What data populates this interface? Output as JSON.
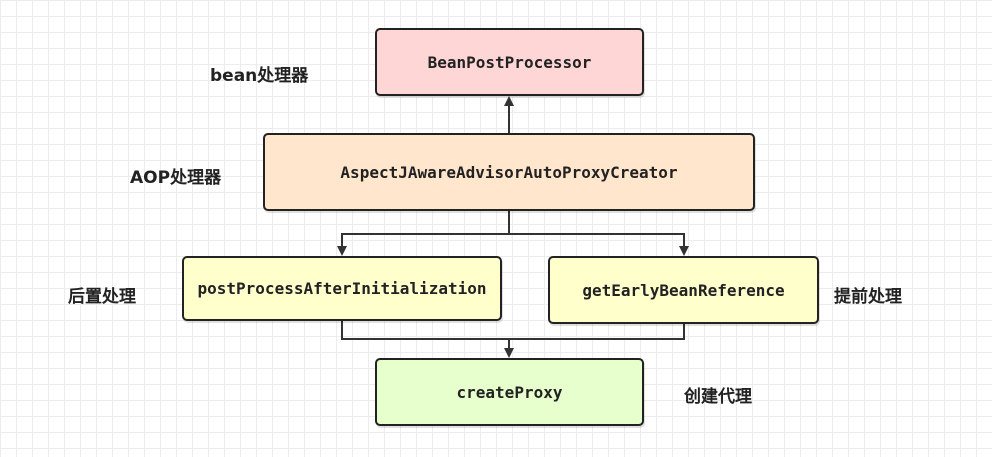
{
  "nodes": {
    "bean_post_processor": "BeanPostProcessor",
    "aspectj_creator": "AspectJAwareAdvisorAutoProxyCreator",
    "post_process_after": "postProcessAfterInitialization",
    "get_early_ref": "getEarlyBeanReference",
    "create_proxy": "createProxy"
  },
  "labels": {
    "bean_processor": "bean处理器",
    "aop_processor": "AOP处理器",
    "post_handling": "后置处理",
    "early_handling": "提前处理",
    "create_proxy": "创建代理"
  },
  "colors": {
    "bean_post_processor_fill": "#ffd6d6",
    "aspectj_creator_fill": "#ffe6cc",
    "method_fill": "#ffffcc",
    "create_proxy_fill": "#e6ffcc",
    "line": "#333333"
  }
}
